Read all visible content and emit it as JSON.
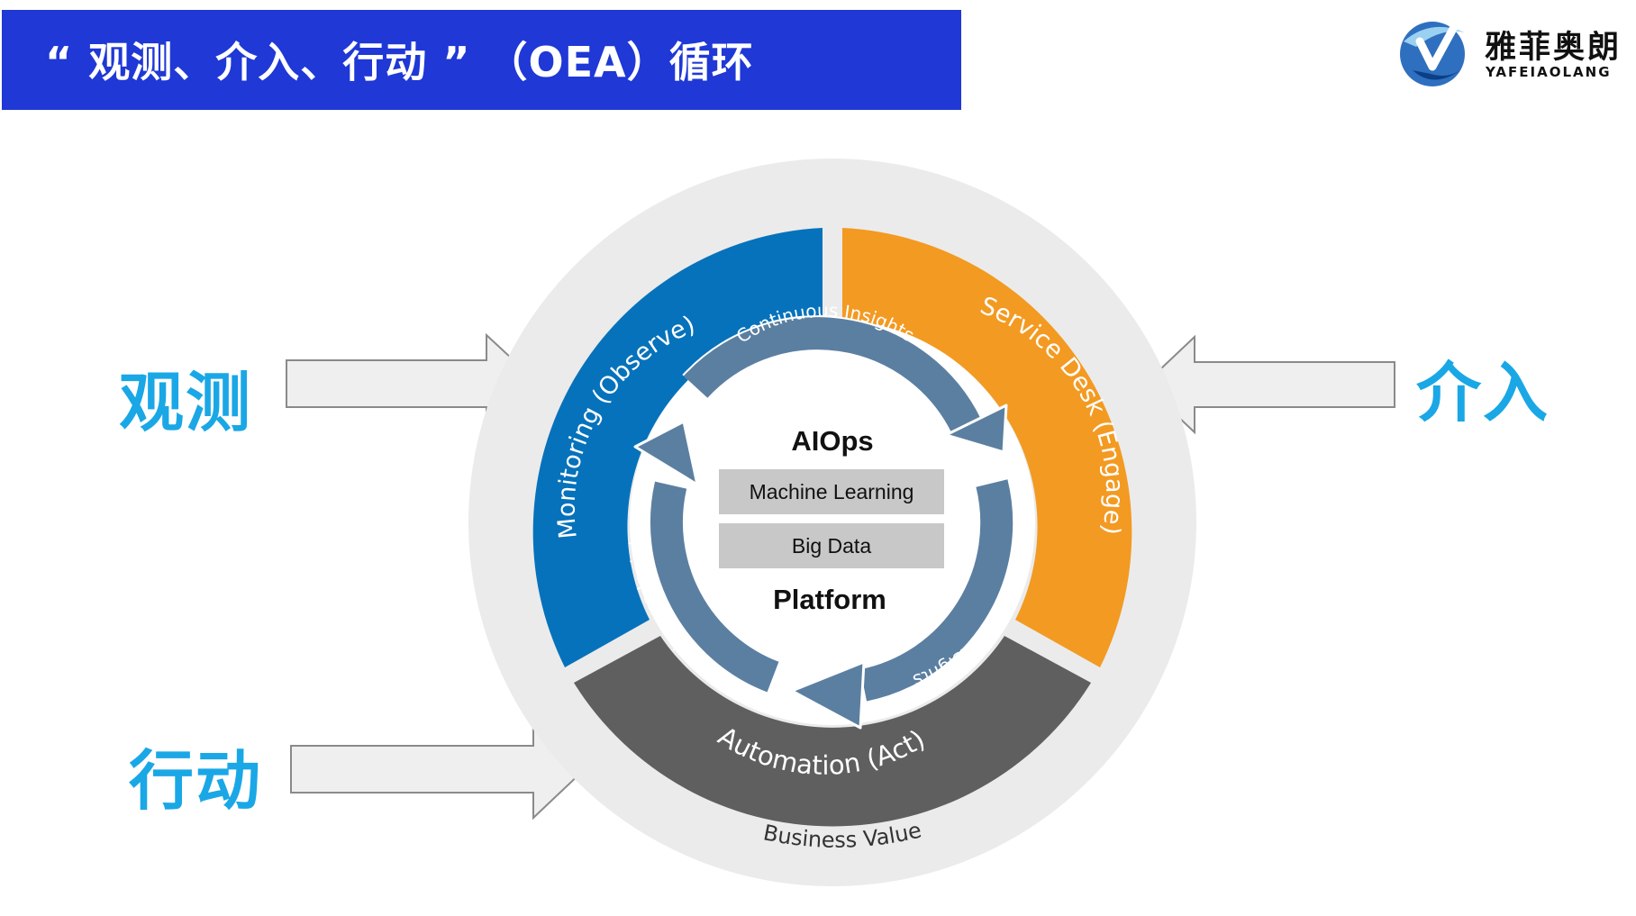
{
  "header": {
    "title": "“ 观测、介入、行动 ” （OEA）循环"
  },
  "logo": {
    "name": "雅菲奥朗",
    "subtitle": "YAFEIAOLANG",
    "icon": "yafeiaolang-logo-mark"
  },
  "side_labels": {
    "observe": "观测",
    "engage": "介入",
    "act": "行动"
  },
  "diagram": {
    "segments": {
      "monitoring": "Monitoring (Observe)",
      "service_desk": "Service Desk (Engage)",
      "automation": "Automation (Act)"
    },
    "outer_label": "Business Value",
    "cycle_label": "Continuous Insights",
    "center": {
      "title": "AIOps",
      "box1": "Machine Learning",
      "box2": "Big Data",
      "footer": "Platform"
    }
  },
  "colors": {
    "title_bar": "#1f38d6",
    "monitoring": "#0672bb",
    "service_desk": "#f39a22",
    "automation": "#5f5f5f",
    "cycle_arrow": "#5b7fa1",
    "outer_ring": "#ebebeb",
    "side_label": "#1aa7e6",
    "arrow_fill": "#efefef"
  }
}
